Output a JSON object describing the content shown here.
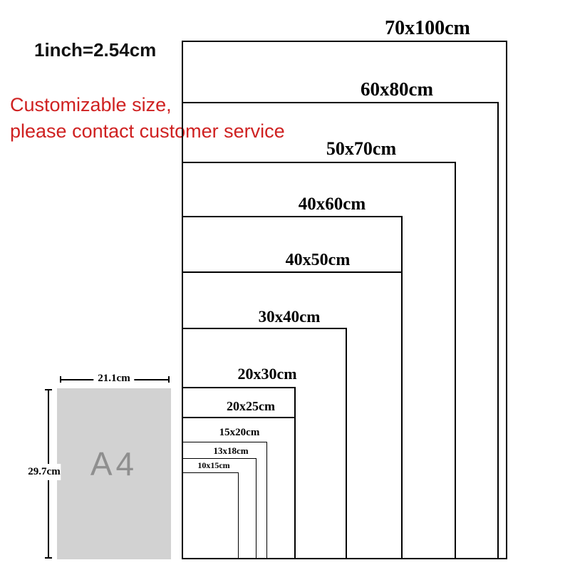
{
  "notes": {
    "inch": "1inch=2.54cm",
    "custom_line1": "Customizable size,",
    "custom_line2": "please contact customer service",
    "red_color": "#cf2121"
  },
  "chart_data": {
    "type": "nested-rectangles-size-chart",
    "unit": "cm",
    "layout": "rectangles share common bottom-left corner, label above each rectangle top edge",
    "sizes": [
      {
        "label": "70x100cm",
        "width_cm": 70,
        "height_cm": 100
      },
      {
        "label": "60x80cm",
        "width_cm": 60,
        "height_cm": 80
      },
      {
        "label": "50x70cm",
        "width_cm": 50,
        "height_cm": 70
      },
      {
        "label": "40x60cm",
        "width_cm": 40,
        "height_cm": 60
      },
      {
        "label": "40x50cm",
        "width_cm": 40,
        "height_cm": 50
      },
      {
        "label": "30x40cm",
        "width_cm": 30,
        "height_cm": 40
      },
      {
        "label": "20x30cm",
        "width_cm": 20,
        "height_cm": 30
      },
      {
        "label": "20x25cm",
        "width_cm": 20,
        "height_cm": 25
      },
      {
        "label": "15x20cm",
        "width_cm": 15,
        "height_cm": 20
      },
      {
        "label": "13x18cm",
        "width_cm": 13,
        "height_cm": 18
      },
      {
        "label": "10x15cm",
        "width_cm": 10,
        "height_cm": 15
      }
    ],
    "reference": {
      "label": "A4",
      "width_label": "21.1cm",
      "height_label": "29.7cm",
      "fill_color": "#d2d2d2"
    }
  }
}
